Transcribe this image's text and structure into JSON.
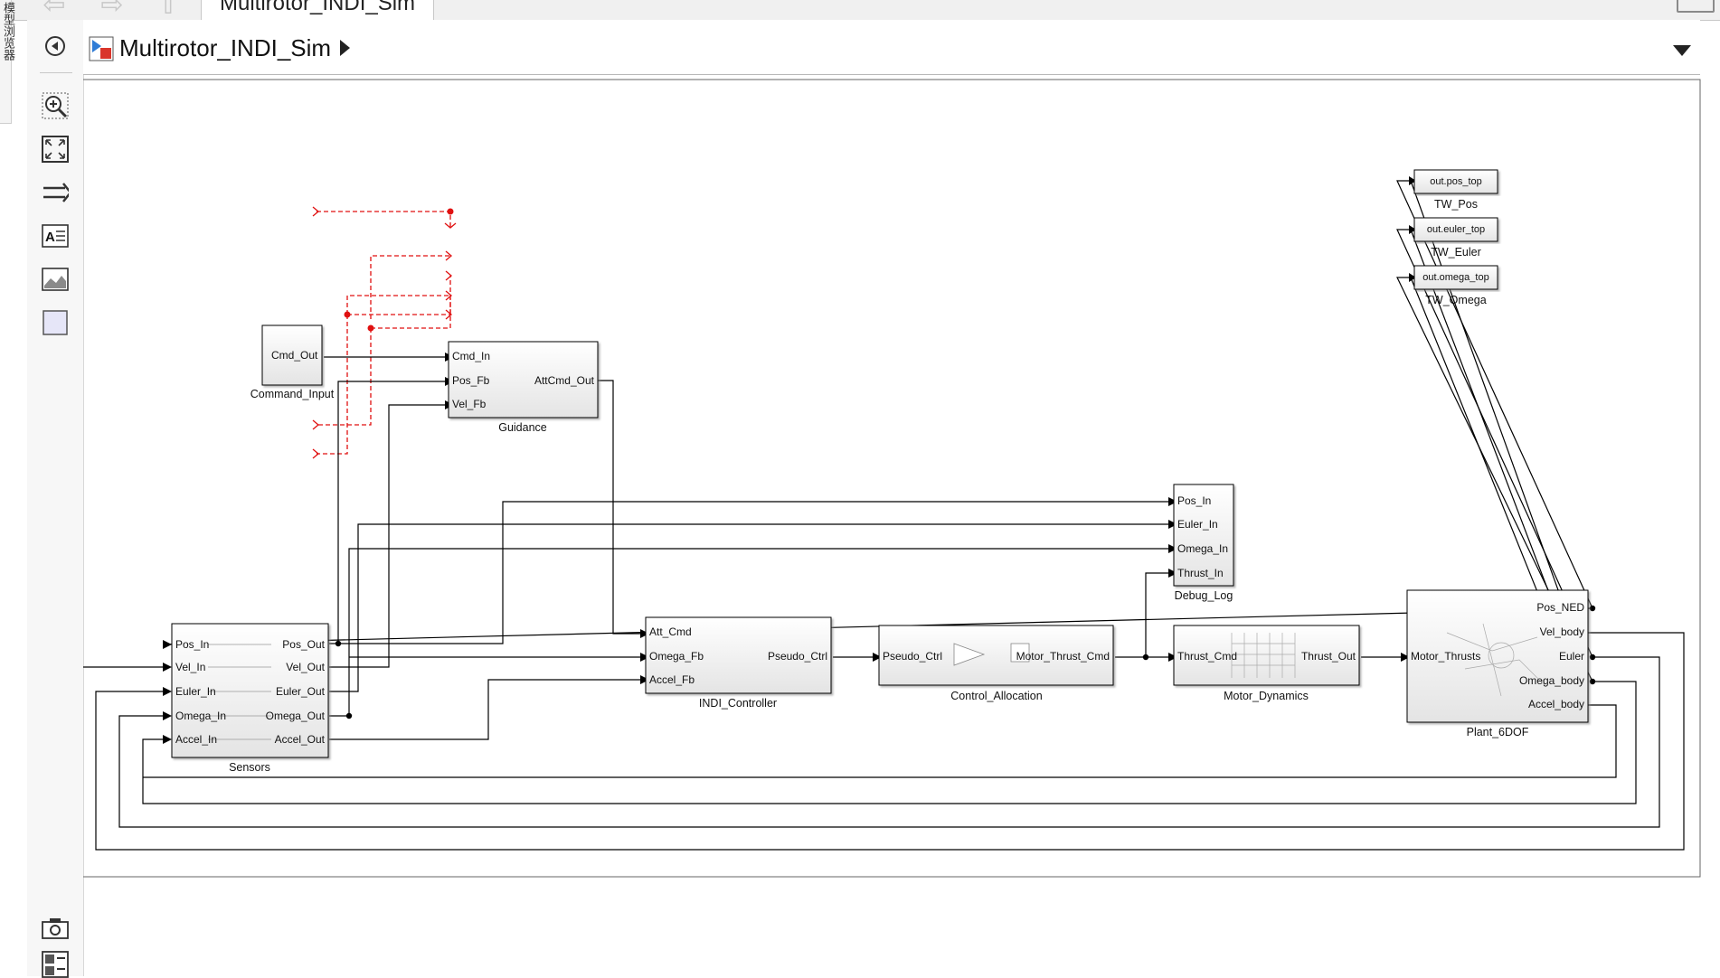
{
  "window": {
    "tab_title": "Multirotor_INDI_Sim",
    "side_tab_text": "模型浏览器"
  },
  "breadcrumb": {
    "model_name": "Multirotor_INDI_Sim"
  },
  "palette": {
    "icons": [
      "hide-browser-icon",
      "zoom-icon",
      "fit-view-icon",
      "arrow-icon",
      "annotation-icon",
      "image-icon",
      "area-icon",
      "camera-icon",
      "panel-icon"
    ]
  },
  "blocks": {
    "command_input": {
      "name": "Command_Input",
      "out": "Cmd_Out"
    },
    "guidance": {
      "name": "Guidance",
      "in1": "Cmd_In",
      "in2": "Pos_Fb",
      "in3": "Vel_Fb",
      "out1": "AttCmd_Out"
    },
    "sensors": {
      "name": "Sensors",
      "in1": "Pos_In",
      "in2": "Vel_In",
      "in3": "Euler_In",
      "in4": "Omega_In",
      "in5": "Accel_In",
      "out1": "Pos_Out",
      "out2": "Vel_Out",
      "out3": "Euler_Out",
      "out4": "Omega_Out",
      "out5": "Accel_Out"
    },
    "indi": {
      "name": "INDI_Controller",
      "in1": "Att_Cmd",
      "in2": "Omega_Fb",
      "in3": "Accel_Fb",
      "out1": "Pseudo_Ctrl"
    },
    "alloc": {
      "name": "Control_Allocation",
      "in1": "Pseudo_Ctrl",
      "out1": "Motor_Thrust_Cmd"
    },
    "motor": {
      "name": "Motor_Dynamics",
      "in1": "Thrust_Cmd",
      "out1": "Thrust_Out"
    },
    "plant": {
      "name": "Plant_6DOF",
      "in1": "Motor_Thrusts",
      "out1": "Pos_NED",
      "out2": "Vel_body",
      "out3": "Euler",
      "out4": "Omega_body",
      "out5": "Accel_body"
    },
    "debug": {
      "name": "Debug_Log",
      "in1": "Pos_In",
      "in2": "Euler_In",
      "in3": "Omega_In",
      "in4": "Thrust_In"
    },
    "tw_pos": {
      "name": "TW_Pos",
      "var": "out.pos_top"
    },
    "tw_euler": {
      "name": "TW_Euler",
      "var": "out.euler_top"
    },
    "tw_omega": {
      "name": "TW_Omega",
      "var": "out.omega_top"
    }
  }
}
